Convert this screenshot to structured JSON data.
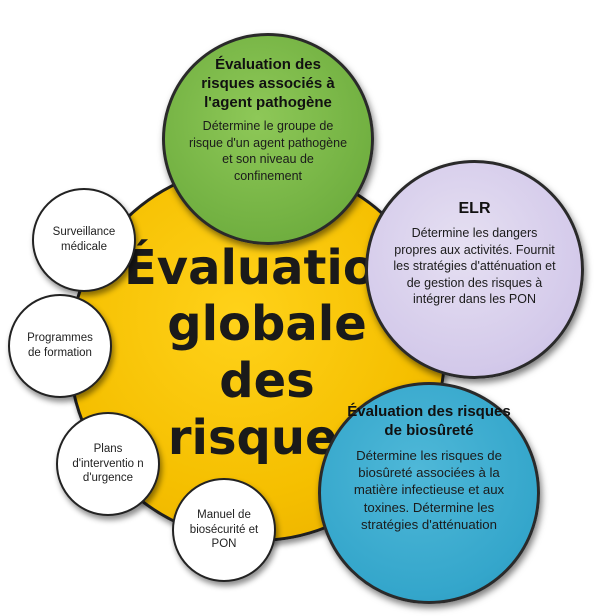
{
  "center": {
    "title": "Évaluation globale des risques"
  },
  "satellites": {
    "green": {
      "title": "Évaluation des risques associés à l'agent pathogène",
      "description": "Détermine le groupe de risque d'un agent pathogène et son niveau de confinement",
      "color": "#6fae3f"
    },
    "purple": {
      "title": "ELR",
      "description": "Détermine les dangers propres aux activités. Fournit les stratégies d'atténuation et de gestion des risques à intégrer dans les PON",
      "color": "#d3c9ea"
    },
    "blue": {
      "title": "Évaluation des risques de biosûreté",
      "description": "Détermine les risques de biosûreté associées à la matière infectieuse et aux toxines. Détermine les stratégies d'atténuation",
      "color": "#34a6cb"
    }
  },
  "small_circles": [
    {
      "label": "Surveillance médicale"
    },
    {
      "label": "Programmes de formation"
    },
    {
      "label": "Plans d'interventio n d'urgence"
    },
    {
      "label": "Manuel de biosécurité et PON"
    }
  ],
  "center_color": "#f5bf00"
}
